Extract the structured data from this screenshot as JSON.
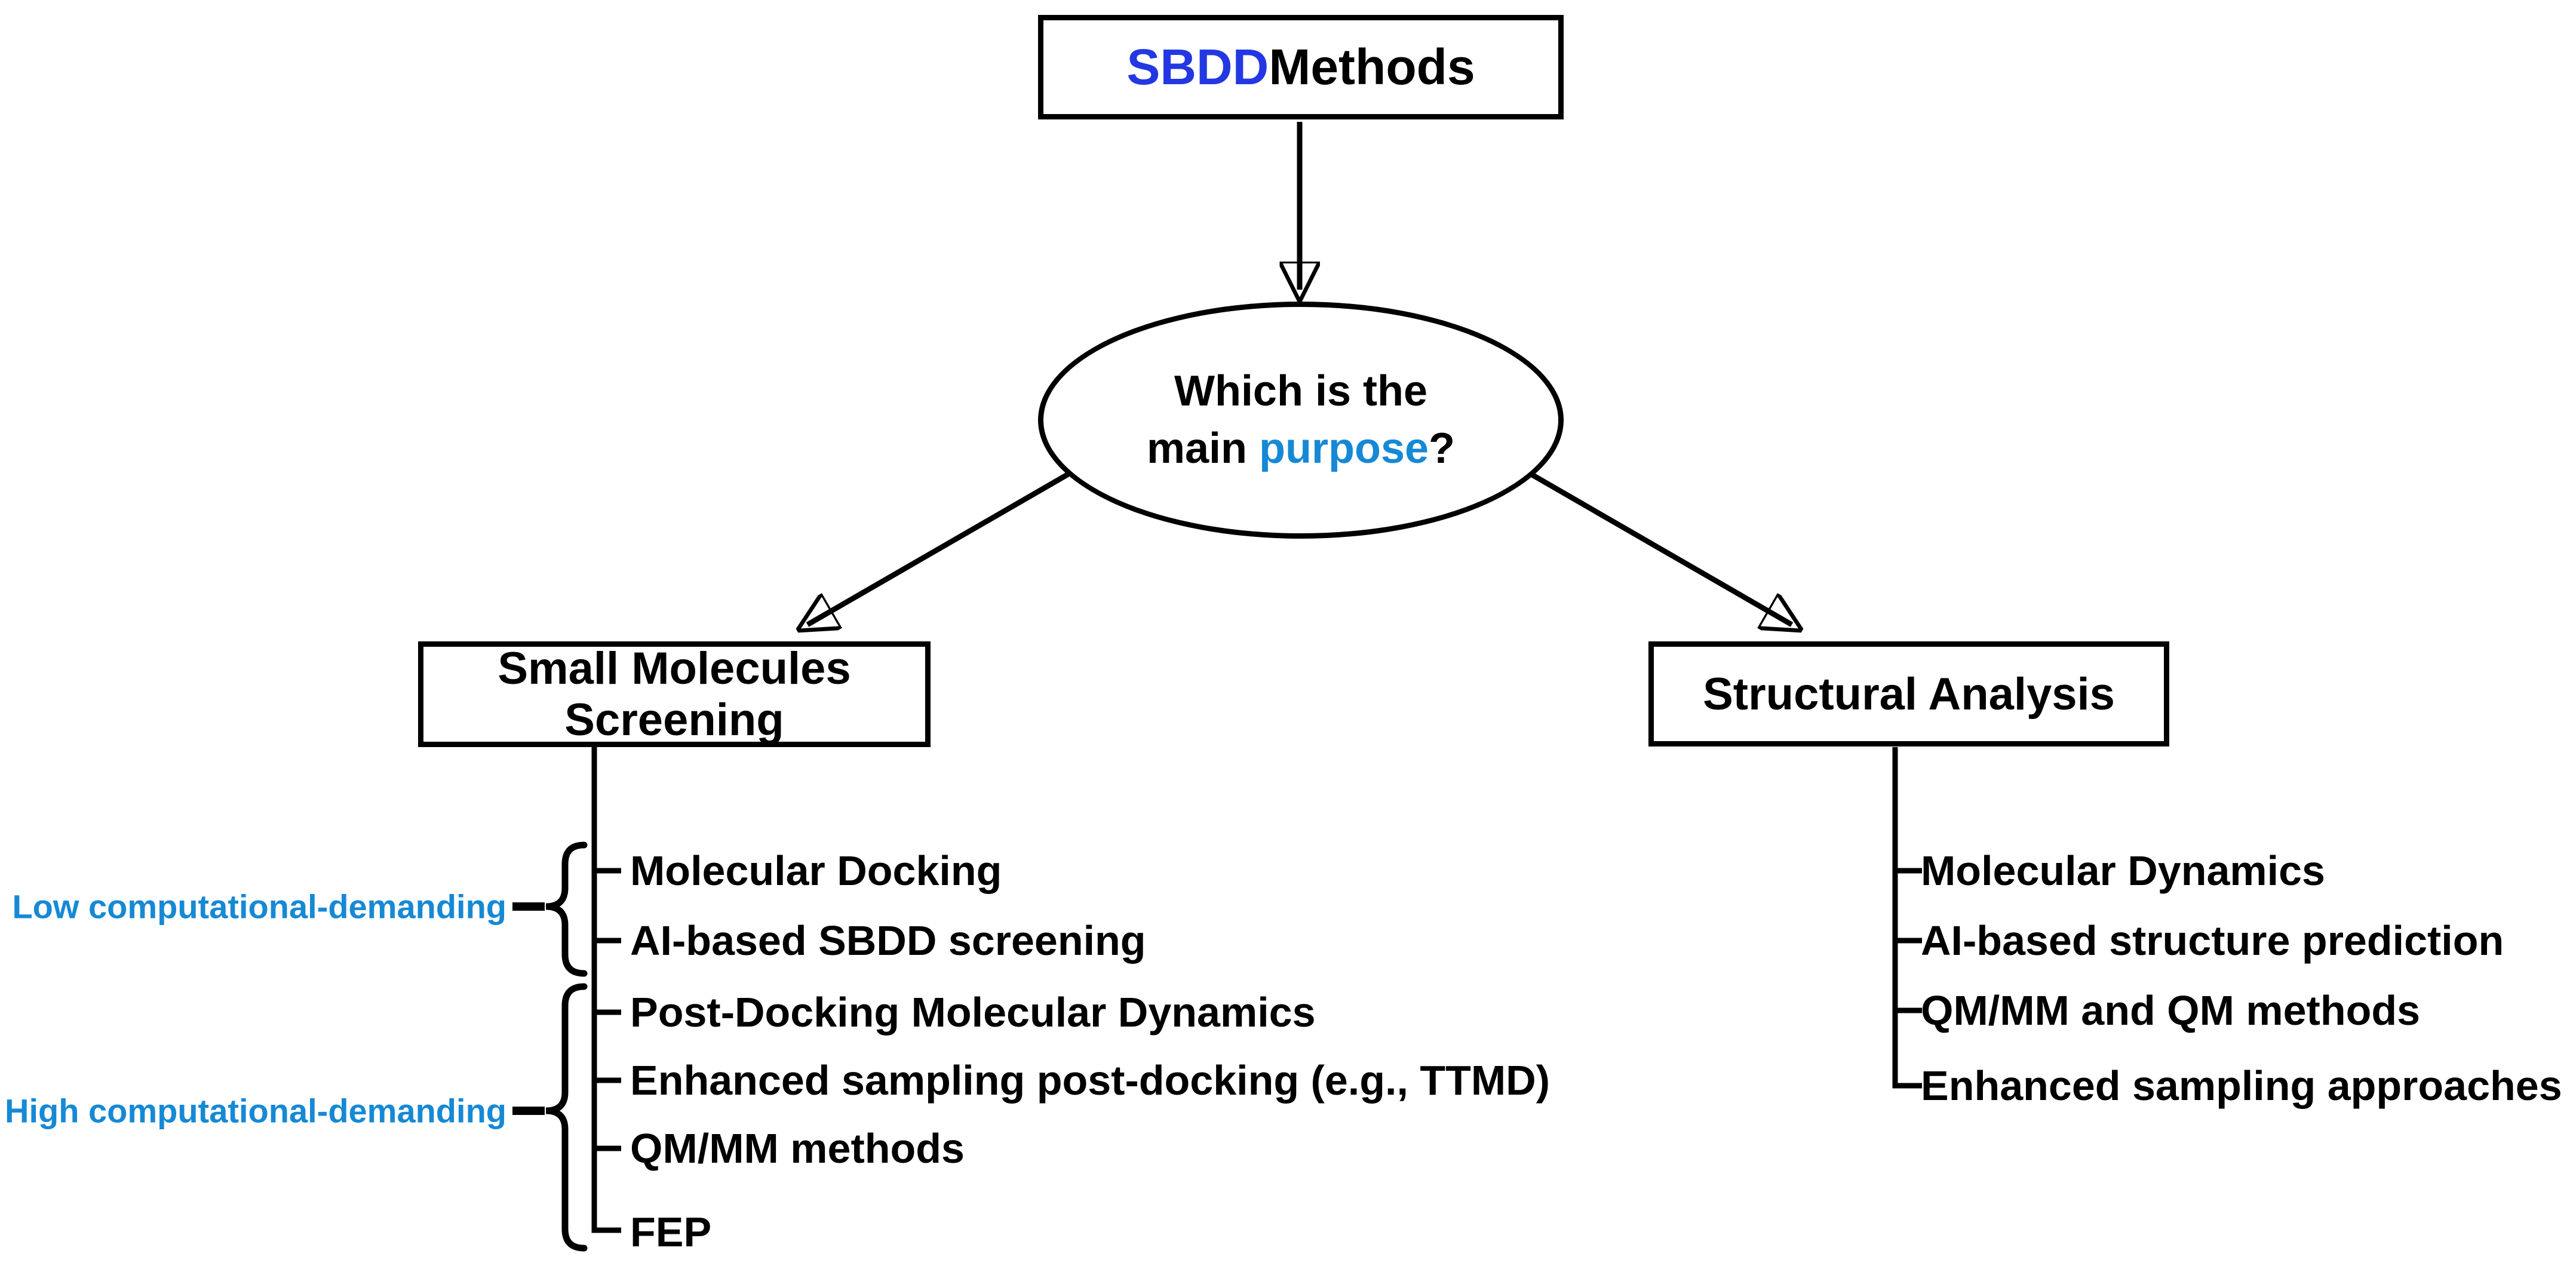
{
  "palette": {
    "accent_dark_blue": "#2338E2",
    "accent_light_blue": "#1689D5",
    "line_black": "#000000",
    "background": "#FFFFFF"
  },
  "root": {
    "label_accent": "SBDD",
    "label_rest": " Methods"
  },
  "decision": {
    "line1": "Which is the",
    "line2_prefix": "main ",
    "line2_accent": "purpose",
    "line2_suffix": "?"
  },
  "branches": {
    "left": {
      "title_line1": "Small Molecules",
      "title_line2": "Screening",
      "items": [
        "Molecular Docking",
        "AI-based SBDD screening",
        "Post-Docking Molecular Dynamics",
        "Enhanced sampling post-docking (e.g., TTMD)",
        "QM/MM methods",
        "FEP"
      ],
      "groups": [
        {
          "label": "Low computational-demanding",
          "covers_items": [
            0,
            1
          ]
        },
        {
          "label": "High computational-demanding",
          "covers_items": [
            2,
            3,
            4,
            5
          ]
        }
      ]
    },
    "right": {
      "title": "Structural Analysis",
      "items": [
        "Molecular Dynamics",
        "AI-based structure prediction",
        "QM/MM and QM methods",
        "Enhanced sampling approaches"
      ]
    }
  }
}
